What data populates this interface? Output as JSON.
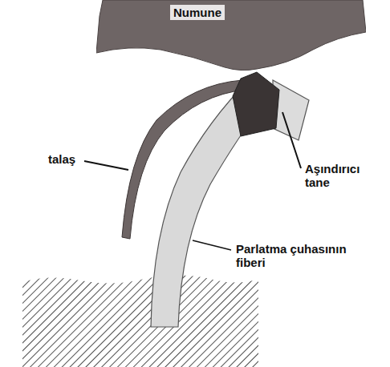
{
  "diagram": {
    "nodes": [
      {
        "text": [
          "Numune"
        ]
      }
    ],
    "labels": [
      "talaş",
      "Aşındırıcı tane",
      "Parlatma çuhasının fiberi"
    ]
  }
}
